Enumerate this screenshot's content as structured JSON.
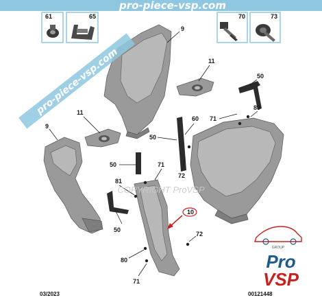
{
  "header": {
    "watermark": "pro-piece-vsp.com",
    "thumbs": [
      {
        "number": "61",
        "icon": "clip-icon"
      },
      {
        "number": "65",
        "icon": "bracket-clip-icon"
      },
      {
        "number": "70",
        "icon": "bolt-icon"
      },
      {
        "number": "73",
        "icon": "screw-icon"
      }
    ]
  },
  "diagonal_watermark": "pro-piece-vsp.com",
  "center_watermark": "COPYRIGHT ProVSP",
  "callouts": {
    "c9_top": "9",
    "c11_right": "11",
    "c11_left": "11",
    "c9_left": "9",
    "c60": "60",
    "c50_right": "50",
    "c71_right": "71",
    "c80_right": "80",
    "c50_mid": "50",
    "c50_left": "50",
    "c71_mid": "71",
    "c72_mid": "72",
    "c81": "81",
    "c50_low": "50",
    "c10": "10",
    "c72_low": "72",
    "c80_low": "80",
    "c71_low": "71"
  },
  "logo": {
    "group": "GROUP",
    "line1": "Pro",
    "line2": "VSP"
  },
  "footer": {
    "date": "03/2023",
    "ref": "00121448"
  },
  "colors": {
    "header_bg": "#8ec7df",
    "logo_red": "#c8201f",
    "logo_blue": "#1f5a8c",
    "highlight": "#c8201f"
  }
}
